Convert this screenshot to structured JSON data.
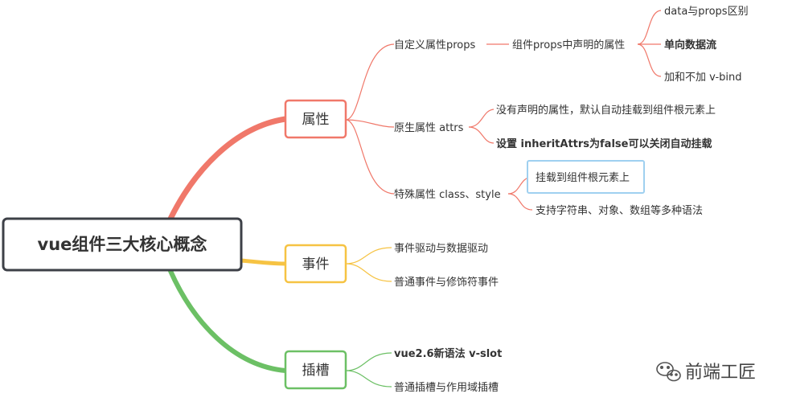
{
  "root": {
    "label": "vue组件三大核心概念"
  },
  "branches": [
    {
      "label": "属性",
      "color": "#f0786a",
      "children": [
        {
          "label": "自定义属性props",
          "children": [
            {
              "label": "组件props中声明的属性",
              "children": [
                {
                  "label": "data与props区别"
                },
                {
                  "label": "单向数据流"
                },
                {
                  "label": "加和不加 v-bind"
                }
              ]
            }
          ]
        },
        {
          "label": "原生属性 attrs",
          "children": [
            {
              "label": "没有声明的属性，默认自动挂载到组件根元素上"
            },
            {
              "label": "设置 inheritAttrs为false可以关闭自动挂载"
            }
          ]
        },
        {
          "label": "特殊属性 class、style",
          "children": [
            {
              "label": "挂载到组件根元素上"
            },
            {
              "label": "支持字符串、对象、数组等多种语法"
            }
          ]
        }
      ]
    },
    {
      "label": "事件",
      "color": "#f6c343",
      "children": [
        {
          "label": "事件驱动与数据驱动"
        },
        {
          "label": "普通事件与修饰符事件"
        }
      ]
    },
    {
      "label": "插槽",
      "color": "#6cc065",
      "children": [
        {
          "label": "vue2.6新语法 v-slot"
        },
        {
          "label": "普通插槽与作用域插槽"
        }
      ]
    }
  ],
  "watermark": {
    "label": "前端工匠"
  }
}
